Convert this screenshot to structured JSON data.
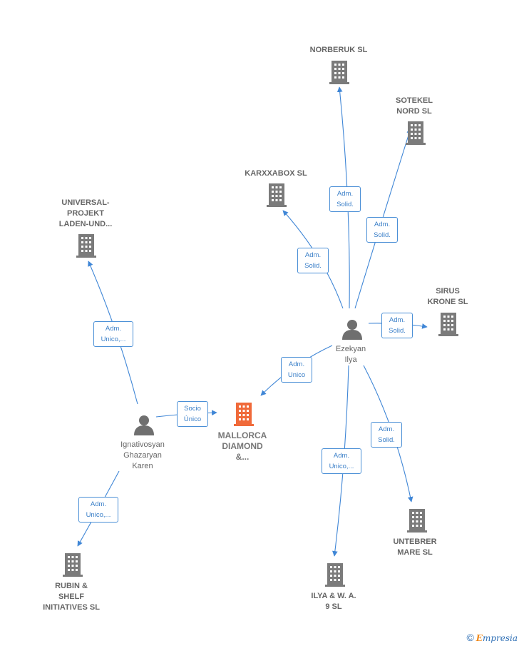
{
  "colors": {
    "company": "#7b7b7b",
    "main_company": "#f06a3a",
    "person": "#6f6f6f",
    "edge": "#3f86d6"
  },
  "nodes": {
    "norberuk": {
      "lines": [
        "NORBERUK SL"
      ],
      "icon": "building-icon"
    },
    "sotekel": {
      "lines": [
        "SOTEKEL",
        "NORD SL"
      ],
      "icon": "building-icon"
    },
    "karxxabox": {
      "lines": [
        "KARXXABOX SL"
      ],
      "icon": "building-icon"
    },
    "universal": {
      "lines": [
        "UNIVERSAL-",
        "PROJEKT",
        "LADEN-UND..."
      ],
      "icon": "building-icon"
    },
    "sirus": {
      "lines": [
        "SIRUS",
        "KRONE SL"
      ],
      "icon": "building-icon"
    },
    "ezekyan": {
      "lines": [
        "Ezekyan",
        "Ilya"
      ],
      "icon": "person-icon"
    },
    "ignativosyan": {
      "lines": [
        "Ignativosyan",
        "Ghazaryan",
        "Karen"
      ],
      "icon": "person-icon"
    },
    "mallorca": {
      "lines": [
        "MALLORCA",
        "DIAMOND",
        "&..."
      ],
      "icon": "building-icon"
    },
    "rubin": {
      "lines": [
        "RUBIN &",
        "SHELF",
        "INITIATIVES  SL"
      ],
      "icon": "building-icon"
    },
    "ilya9": {
      "lines": [
        "ILYA & W.  A.",
        "9 SL"
      ],
      "icon": "building-icon"
    },
    "untebrer": {
      "lines": [
        "UNTEBRER",
        "MARE SL"
      ],
      "icon": "building-icon"
    }
  },
  "edges": {
    "e_norberuk": [
      "Adm.",
      "Solid."
    ],
    "e_sotekel": [
      "Adm.",
      "Solid."
    ],
    "e_karxxabox": [
      "Adm.",
      "Solid."
    ],
    "e_sirus": [
      "Adm.",
      "Solid."
    ],
    "e_mallorca_ez": [
      "Adm.",
      "Unico"
    ],
    "e_mallorca_ig": [
      "Socio",
      "Único"
    ],
    "e_universal": [
      "Adm.",
      "Unico,..."
    ],
    "e_rubin": [
      "Adm.",
      "Unico,..."
    ],
    "e_ilya9": [
      "Adm.",
      "Unico,..."
    ],
    "e_untebrer": [
      "Adm.",
      "Solid."
    ]
  },
  "brand": {
    "copyright": "©",
    "first": "E",
    "rest": "mpresia"
  }
}
